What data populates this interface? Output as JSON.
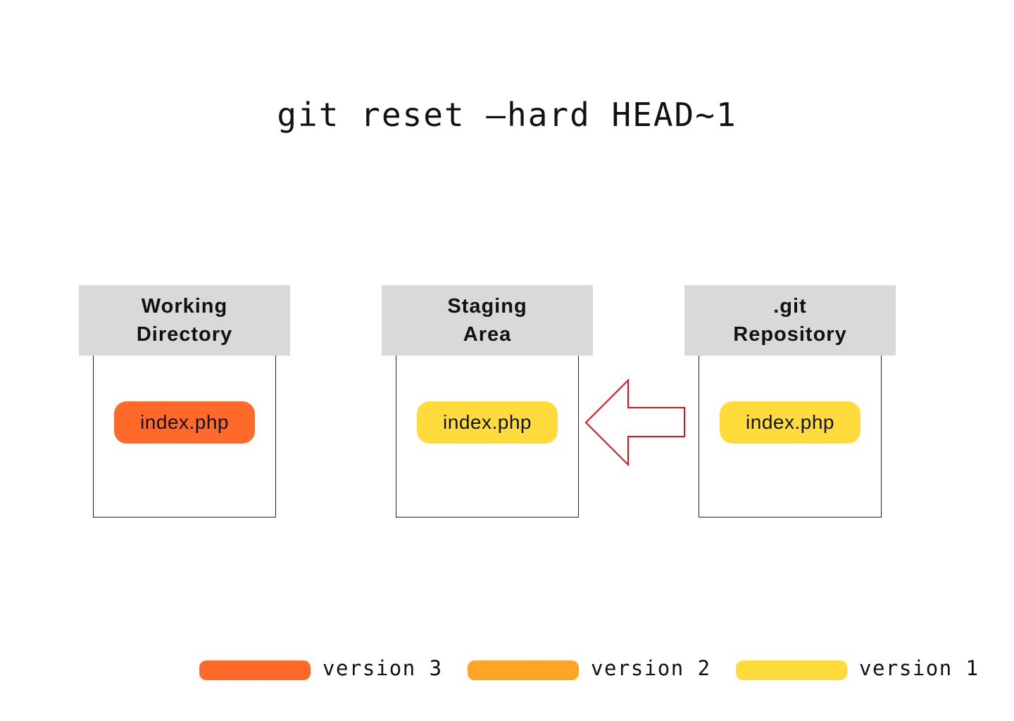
{
  "title": "git reset —hard HEAD~1",
  "areas": [
    {
      "header_line1": "Working",
      "header_line2": "Directory",
      "file": {
        "label": "index.php",
        "color": "#ff6a2a"
      }
    },
    {
      "header_line1": "Staging",
      "header_line2": "Area",
      "file": {
        "label": "index.php",
        "color": "#ffdc3b"
      }
    },
    {
      "header_line1": ".git",
      "header_line2": "Repository",
      "file": {
        "label": "index.php",
        "color": "#ffdc3b"
      }
    }
  ],
  "arrow": {
    "from": ".git Repository",
    "to": "Staging Area",
    "color": "#e3101a"
  },
  "legend": [
    {
      "label": "version 3",
      "color": "#ff6a2a"
    },
    {
      "label": "version 2",
      "color": "#ffa526"
    },
    {
      "label": "version 1",
      "color": "#ffdc3b"
    }
  ]
}
